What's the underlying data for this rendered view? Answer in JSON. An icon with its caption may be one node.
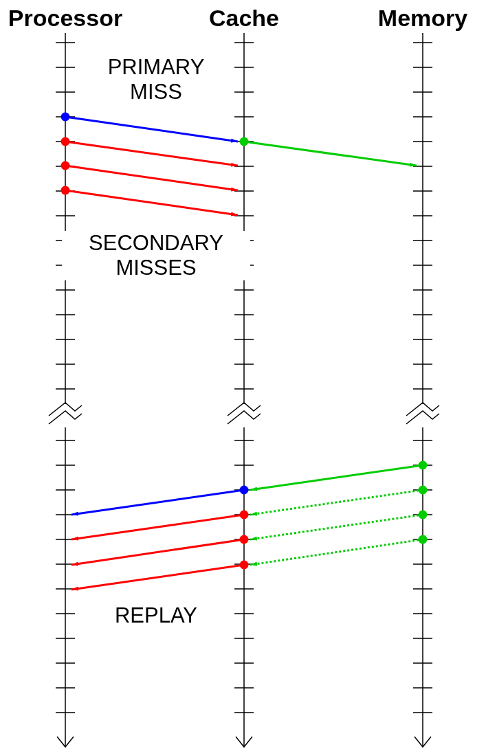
{
  "diagram": {
    "nodes": [
      {
        "text": [
          "Processor"
        ]
      },
      {
        "text": [
          "Cache"
        ]
      },
      {
        "text": [
          "Memory"
        ]
      }
    ],
    "edges": [
      {
        "from": 0,
        "to": 1,
        "arrow": "to",
        "color": "#0000ff"
      },
      {
        "from": 0,
        "to": 1,
        "arrow": "to"
      },
      {
        "from": 0,
        "to": 1,
        "arrow": "to"
      },
      {
        "from": 0,
        "to": 1,
        "arrow": "to"
      },
      {
        "from": 1,
        "to": 2,
        "arrow": "to",
        "color": "#00cc00"
      },
      {
        "from": 2,
        "to": 1,
        "arrow": "to",
        "color": "#00cc00"
      },
      {
        "from": 2,
        "to": 1,
        "arrow": "to",
        "style": "dashed",
        "color": "#00cc00"
      },
      {
        "from": 2,
        "to": 1,
        "arrow": "to",
        "style": "dashed",
        "color": "#00cc00"
      },
      {
        "from": 2,
        "to": 1,
        "arrow": "to",
        "style": "dashed",
        "color": "#00cc00"
      },
      {
        "from": 1,
        "to": 0,
        "arrow": "to",
        "color": "#0000ff"
      },
      {
        "from": 1,
        "to": 0,
        "arrow": "to"
      },
      {
        "from": 1,
        "to": 0,
        "arrow": "to"
      },
      {
        "from": 1,
        "to": 0,
        "arrow": "to"
      }
    ],
    "labels": [
      "PRIMARY MISS",
      "SECONDARY MISSES",
      "REPLAY"
    ]
  }
}
